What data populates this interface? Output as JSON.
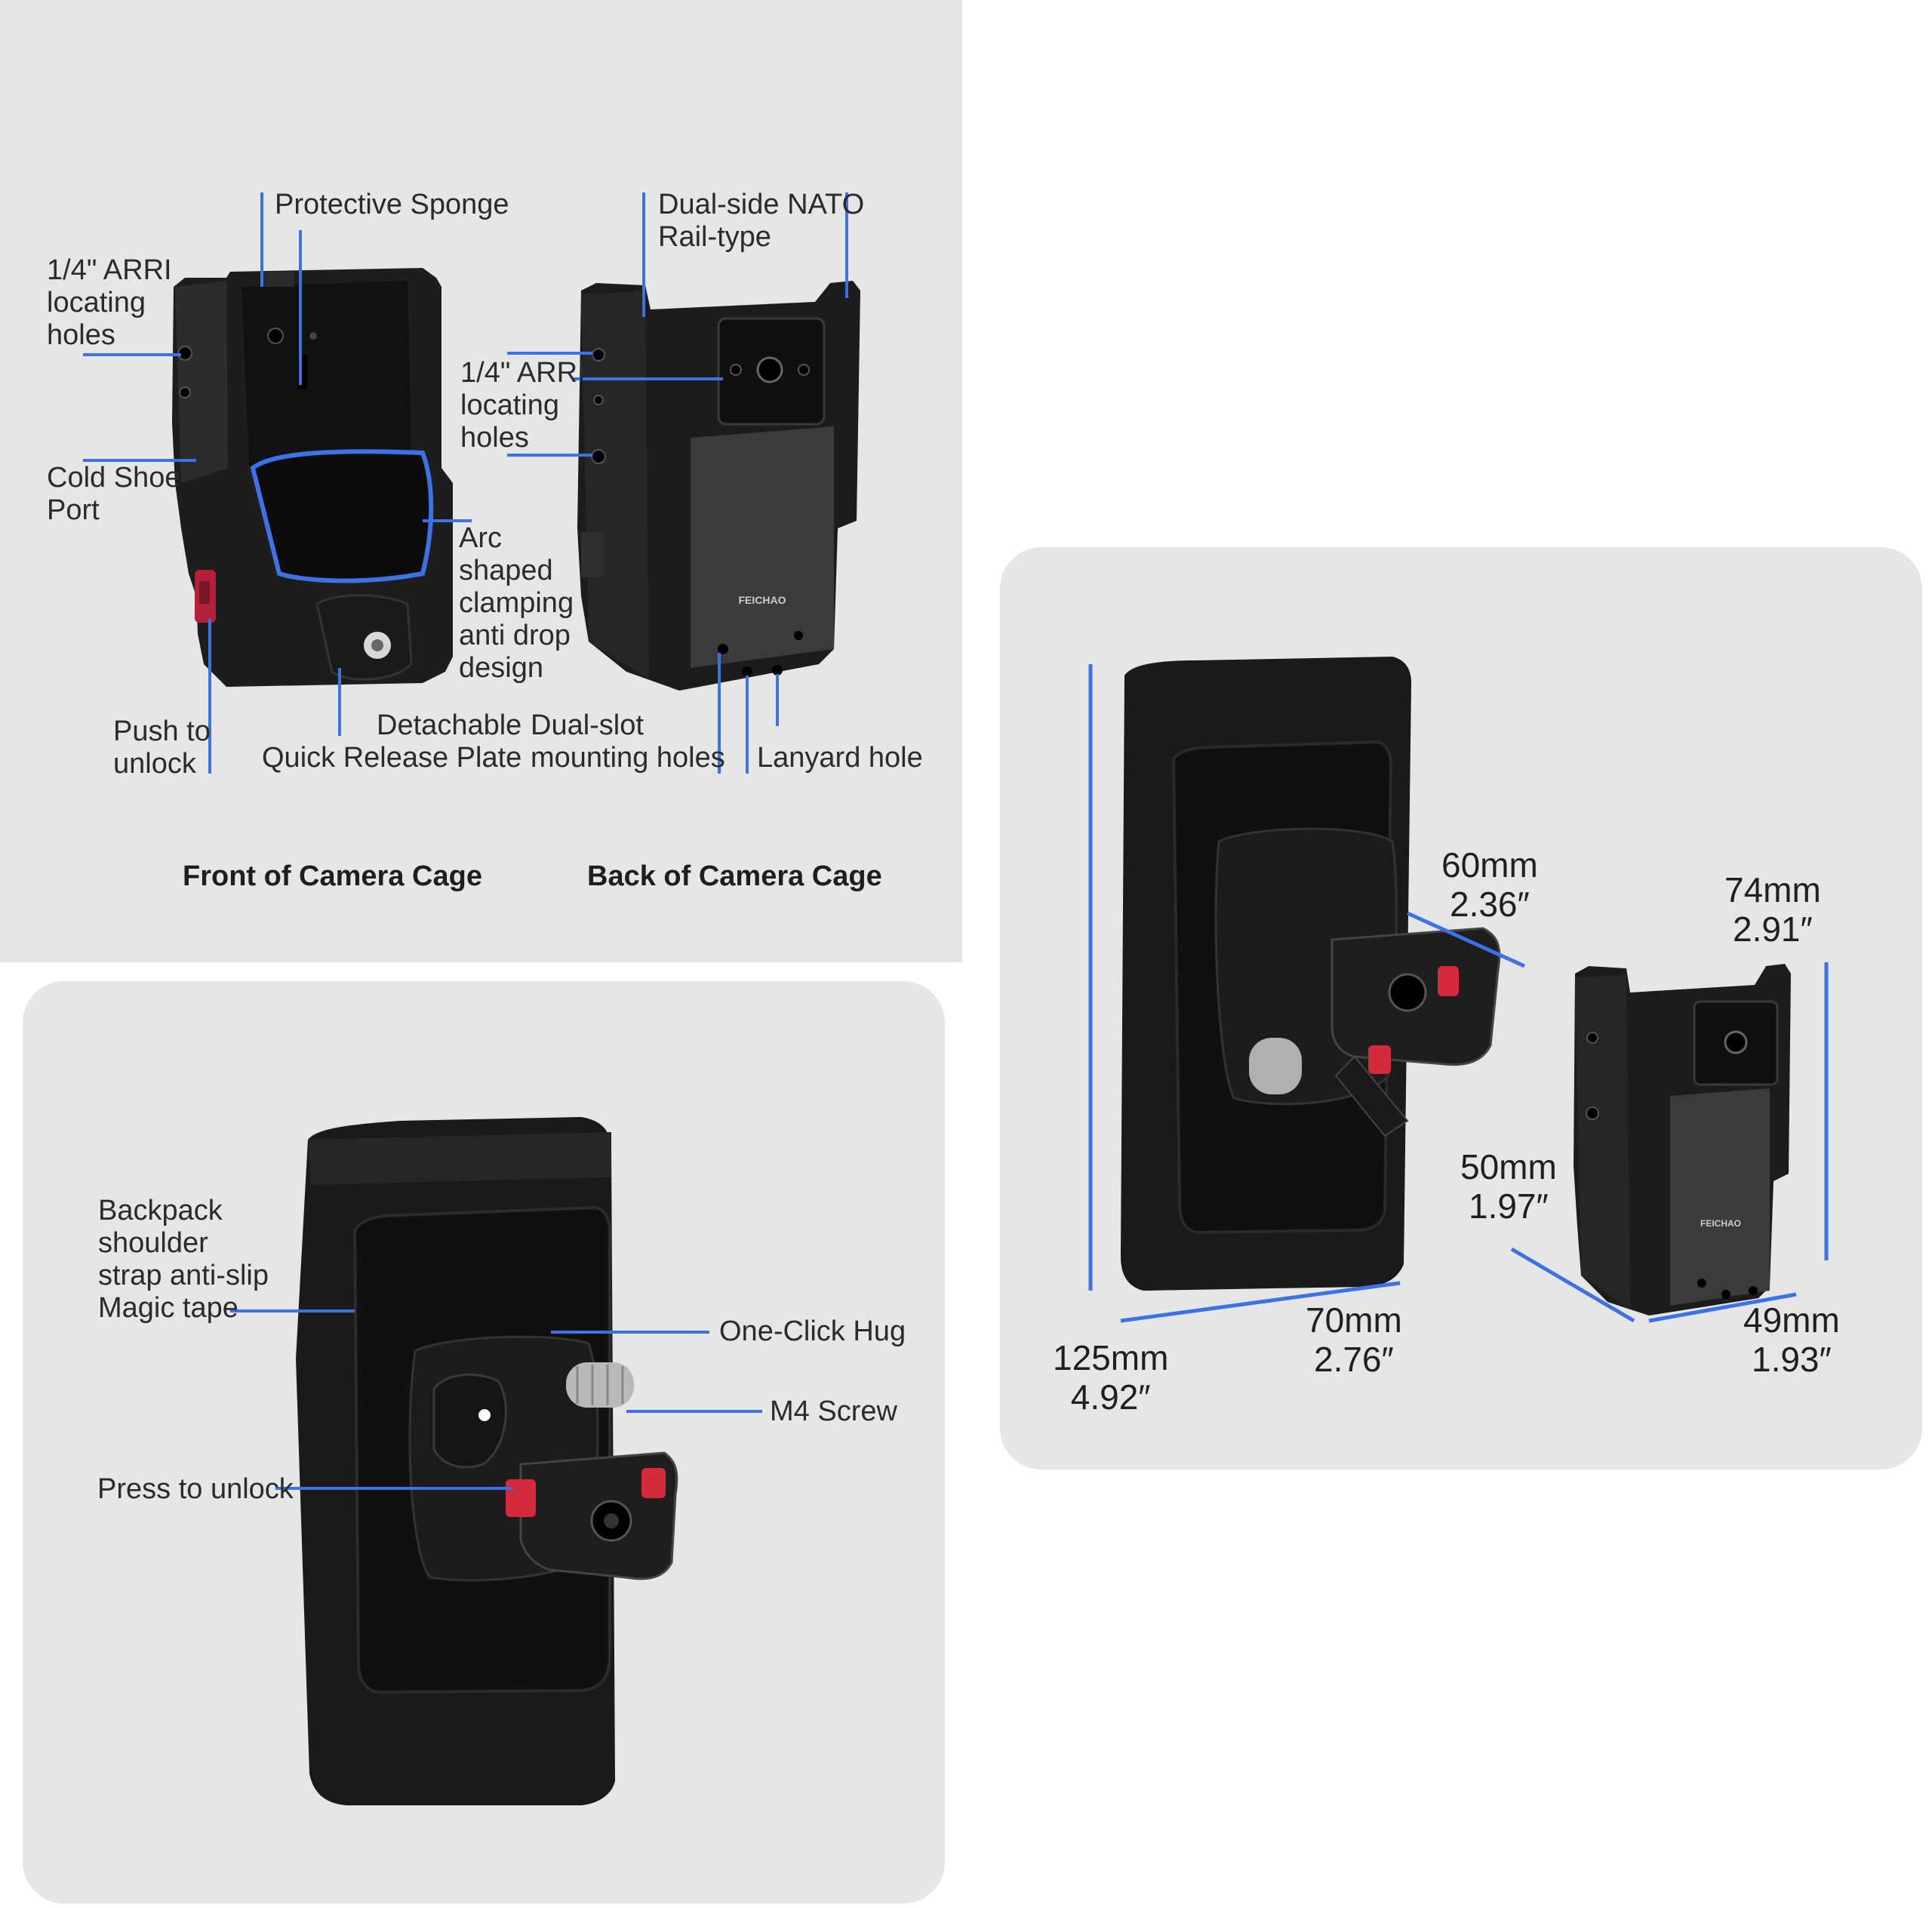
{
  "brand": "FEICHAO",
  "accent_color": "#3b73e6",
  "cage_panel": {
    "captions": {
      "front": "Front of Camera Cage",
      "back": "Back of Camera Cage"
    },
    "front_labels": {
      "arri_holes": "1/4\" ARRI\nlocating\nholes",
      "protective_sponge": "Protective Sponge",
      "cold_shoe": "Cold Shoe\nPort",
      "arc_clamp": "Arc\nshaped\nclamping\nanti drop\ndesign",
      "push_unlock": "Push to\nunlock",
      "quick_release": "Detachable\nQuick Release Plate"
    },
    "back_labels": {
      "nato_rail": "Dual-side NATO\nRail-type",
      "arri_holes": "1/4\" ARRI\nlocating\nholes",
      "mounting_holes": "Dual-slot\nmounting holes",
      "lanyard": "Lanyard hole"
    }
  },
  "clip_panel": {
    "labels": {
      "magic_tape": "Backpack\nshoulder\nstrap anti-slip\nMagic tape",
      "one_click": "One-Click Hug",
      "m4_screw": "M4 Screw",
      "press_unlock": "Press to unlock"
    }
  },
  "dimensions_panel": {
    "clip_height": "125mm\n4.92″",
    "clip_width": "70mm\n2.76″",
    "clip_depth": "60mm\n2.36″",
    "cage_width": "74mm\n2.91″",
    "cage_depth": "50mm\n1.97″",
    "cage_height": "49mm\n1.93″"
  }
}
